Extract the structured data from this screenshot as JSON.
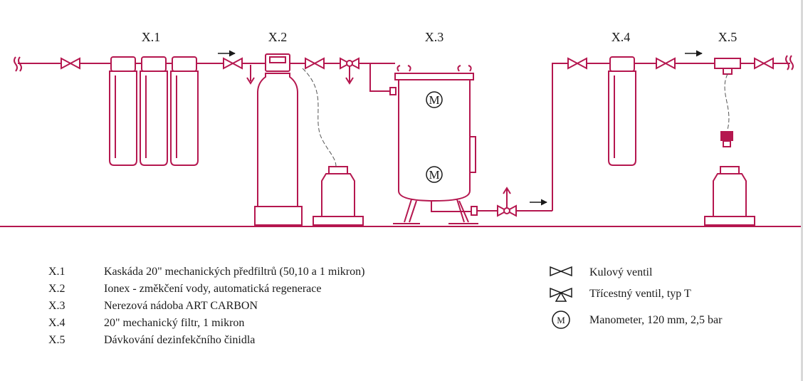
{
  "section_labels": [
    "X.1",
    "X.2",
    "X.3",
    "X.4",
    "X.5"
  ],
  "gauge_letter": "M",
  "legend_items": [
    {
      "code": "X.1",
      "text": "Kaskáda 20\" mechanických předfiltrů (50,10 a 1 mikron)"
    },
    {
      "code": "X.2",
      "text": "Ionex - změkčení vody, automatická regenerace"
    },
    {
      "code": "X.3",
      "text": "Nerezová nádoba ART CARBON"
    },
    {
      "code": "X.4",
      "text": "20\" mechanický filtr, 1 mikron"
    },
    {
      "code": "X.5",
      "text": "Dávkování dezinfekčního činidla"
    }
  ],
  "symbols": [
    {
      "icon": "ball-valve-icon",
      "text": "Kulový ventil"
    },
    {
      "icon": "three-way-valve-icon",
      "text": "Třícestný ventil, typ T"
    },
    {
      "icon": "manometer-icon",
      "text": "Manometer, 120 mm, 2,5 bar"
    }
  ],
  "colors": {
    "pipe": "#b5174f",
    "text": "#1a1a1a"
  }
}
